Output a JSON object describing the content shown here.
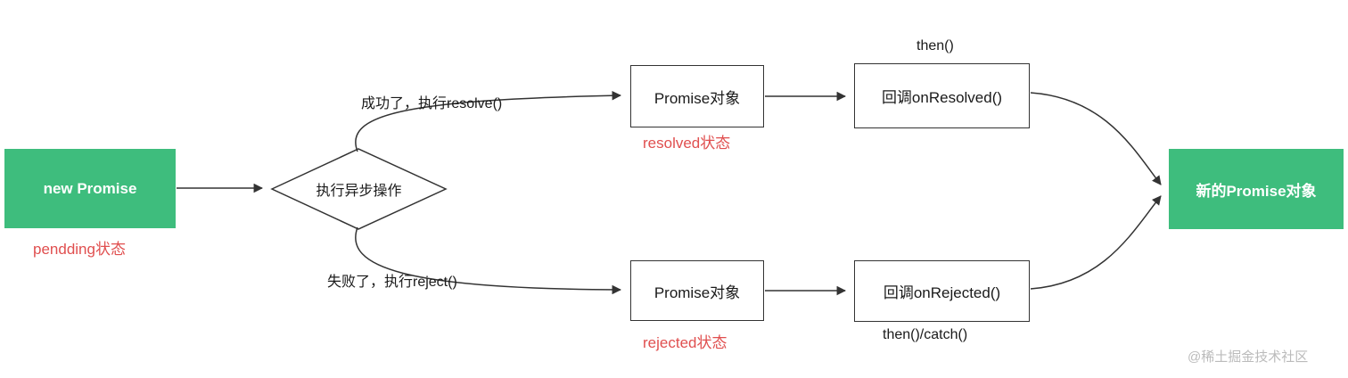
{
  "diagram": {
    "start": {
      "label": "new Promise",
      "status": "pendding状态"
    },
    "decision": {
      "label": "执行异步操作"
    },
    "branches": {
      "resolve": {
        "label": "成功了，执行resolve()",
        "box": "Promise对象",
        "status": "resolved状态",
        "callback": "回调onResolved()",
        "method": "then()"
      },
      "reject": {
        "label": "失败了，执行reject()",
        "box": "Promise对象",
        "status": "rejected状态",
        "callback": "回调onRejected()",
        "method": "then()/catch()"
      }
    },
    "end": {
      "label": "新的Promise对象"
    },
    "watermark": "@稀土掘金技术社区"
  },
  "colors": {
    "green": "#3EBD7D",
    "red": "#E04F4F",
    "line": "#333333",
    "watermark": "#BBBBBB"
  }
}
